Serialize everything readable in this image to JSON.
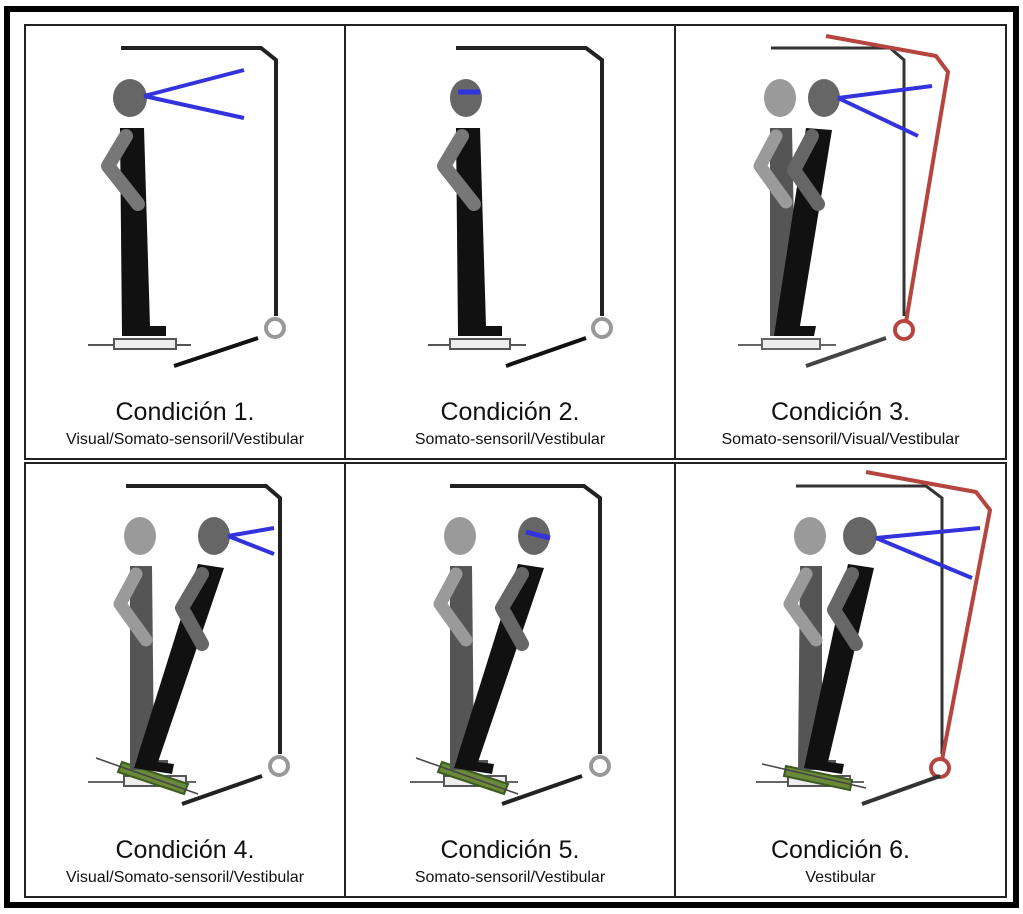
{
  "colors": {
    "frame": "#000000",
    "figure_dark": "#111111",
    "figure_gray": "#555555",
    "figure_light": "#9a9a9a",
    "vision_line": "#3333dd",
    "surround_gray": "#222222",
    "surround_red": "#b5453e",
    "tilted_platform": "#6a8a3a"
  },
  "icons": {
    "figure": "standing-person-icon",
    "vision": "visual-field-icon",
    "eyes_closed": "eyes-closed-icon",
    "platform": "force-platform-icon",
    "surround": "visual-surround-icon",
    "pivot": "pivot-icon"
  },
  "panels": [
    {
      "title": "Condición 1.",
      "subtitle": "Visual/Somato-sensoril/Vestibular",
      "vision": "open",
      "sway_reference": false,
      "platform_tilt": false,
      "surround_moves": false
    },
    {
      "title": "Condición 2.",
      "subtitle": "Somato-sensoril/Vestibular",
      "vision": "closed",
      "sway_reference": false,
      "platform_tilt": false,
      "surround_moves": false
    },
    {
      "title": "Condición 3.",
      "subtitle": "Somato-sensoril/Visual/Vestibular",
      "vision": "open",
      "sway_reference": true,
      "platform_tilt": false,
      "surround_moves": true
    },
    {
      "title": "Condición 4.",
      "subtitle": "Visual/Somato-sensoril/Vestibular",
      "vision": "open",
      "sway_reference": true,
      "platform_tilt": true,
      "surround_moves": false
    },
    {
      "title": "Condición 5.",
      "subtitle": "Somato-sensoril/Vestibular",
      "vision": "closed",
      "sway_reference": true,
      "platform_tilt": true,
      "surround_moves": false
    },
    {
      "title": "Condición 6.",
      "subtitle": "Vestibular",
      "vision": "open",
      "sway_reference": true,
      "platform_tilt": true,
      "surround_moves": true
    }
  ]
}
